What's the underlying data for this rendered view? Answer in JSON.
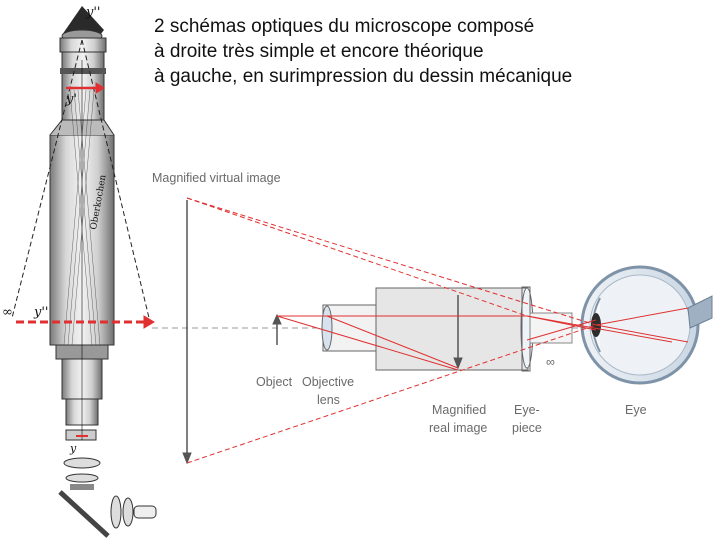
{
  "caption": {
    "line1": "2 schémas optiques du microscope composé",
    "line2": "à droite très simple et encore théorique",
    "line3": "à gauche, en surimpression du dessin mécanique"
  },
  "left_diagram": {
    "labels": {
      "y_double_prime_top": "y''",
      "y_prime": "y'",
      "infinity": "∞",
      "y_double_prime_mid": "y''",
      "y_bottom": "y"
    }
  },
  "right_diagram": {
    "labels": {
      "virtual_image": "Magnified virtual image",
      "object": "Object",
      "objective_line1": "Objective",
      "objective_line2": "lens",
      "real_image_line1": "Magnified",
      "real_image_line2": "real image",
      "eyepiece_line1": "Eye-",
      "eyepiece_line2": "piece",
      "eye": "Eye",
      "infinity": "∞"
    }
  },
  "colors": {
    "ray_red": "#e03030",
    "axis_gray": "#9a9a9a",
    "tube_fill": "#e6e6e6",
    "eye_blue": "#c9d6e3"
  }
}
